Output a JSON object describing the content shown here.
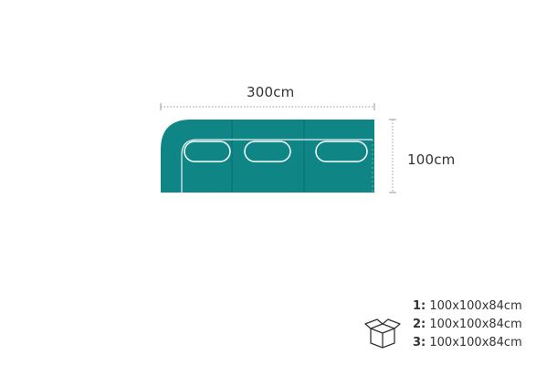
{
  "dimensions": {
    "width_label": "300cm",
    "depth_label": "100cm"
  },
  "colors": {
    "sofa_fill": "#0f8585",
    "sofa_outline": "#e8f4f4",
    "dimension_line": "#9a9a9a",
    "text": "#333333"
  },
  "modules": [
    {
      "name": "corner-module",
      "shape": "rounded-corner-with-armrest"
    },
    {
      "name": "middle-module",
      "shape": "square"
    },
    {
      "name": "end-module",
      "shape": "square"
    }
  ],
  "packages": {
    "icon": "open-box-icon",
    "items": [
      {
        "number": "1:",
        "size": " 100x100x84cm"
      },
      {
        "number": "2:",
        "size": " 100x100x84cm"
      },
      {
        "number": "3:",
        "size": " 100x100x84cm"
      }
    ]
  }
}
